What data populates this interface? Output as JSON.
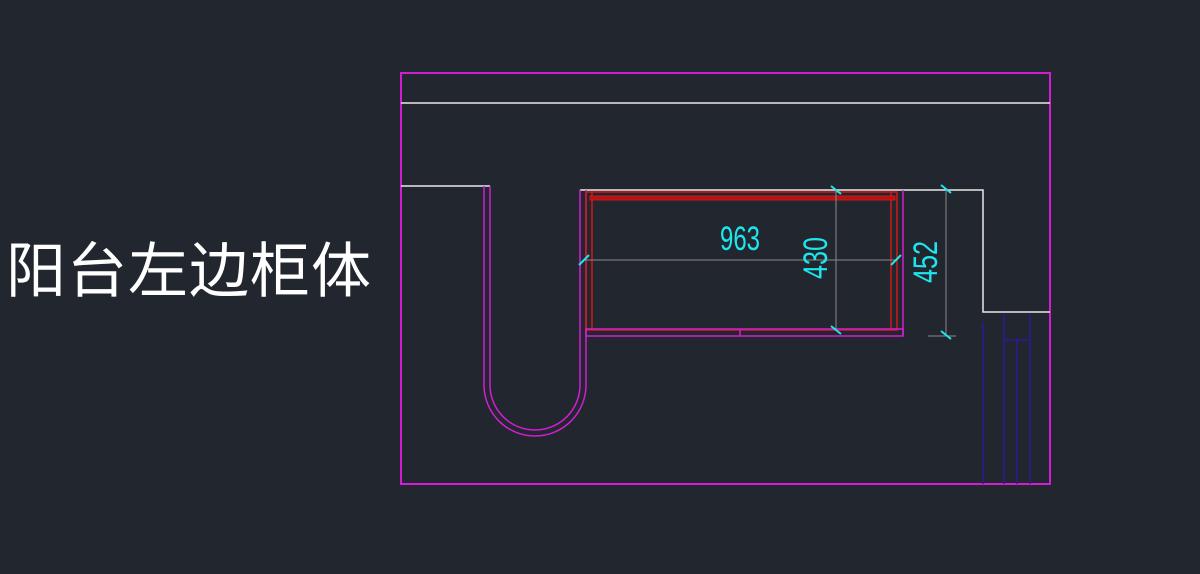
{
  "drawing": {
    "title": "阳台左边柜体",
    "dimensions": {
      "width": "963",
      "depth_inner": "430",
      "depth_outer": "452"
    },
    "colors": {
      "background": "#22262e",
      "outline": "#d21ed2",
      "wall": "#e8e8e8",
      "cabinet": "#d01818",
      "dimension_text": "#1de6ee",
      "dimension_line": "#8a8a8a",
      "door": "#2a1a9a"
    }
  }
}
